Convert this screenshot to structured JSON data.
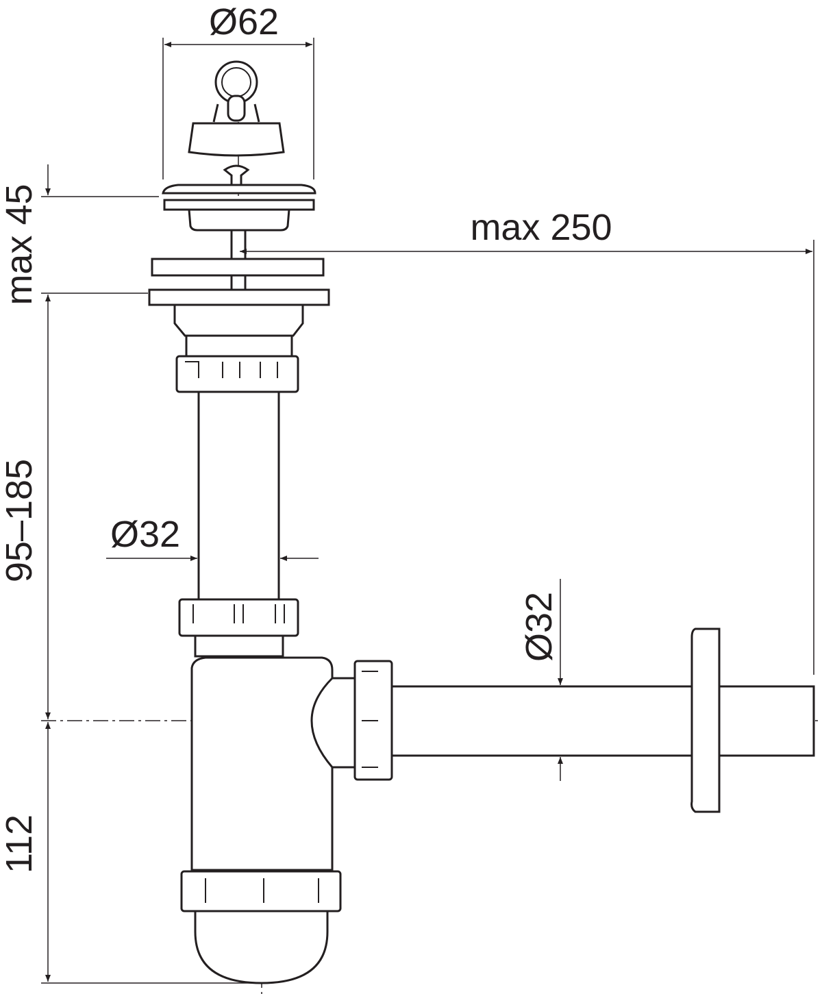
{
  "drawing": {
    "title": "Bottle siphon with plug and wall outlet",
    "dimensions": {
      "strainer_diameter": "Ø62",
      "max_height": "max 45",
      "max_length": "max 250",
      "adjustable_height": "95–185",
      "vertical_pipe_diameter": "Ø32",
      "outlet_pipe_diameter": "Ø32",
      "bottom_height": "112"
    },
    "line_color": "#231f20"
  }
}
